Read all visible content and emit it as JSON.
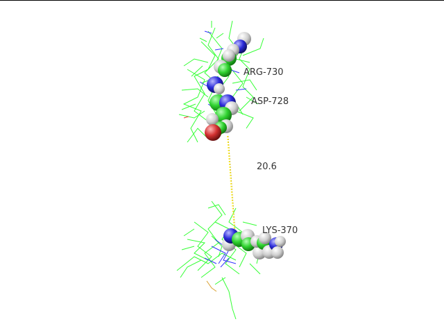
{
  "viewer": {
    "background": "#ffffff",
    "residue_labels": [
      {
        "text": "ARG-730"
      },
      {
        "text": "ASP-728"
      },
      {
        "text": "LYS-370"
      }
    ],
    "distance_label": "20.6",
    "colors": {
      "carbon": "#33ff33",
      "nitrogen": "#3333ff",
      "oxygen": "#ff3333",
      "hydrogen": "#d9d9d9",
      "distance": "#ffee33",
      "border": "#000000",
      "label": "#333333"
    }
  }
}
